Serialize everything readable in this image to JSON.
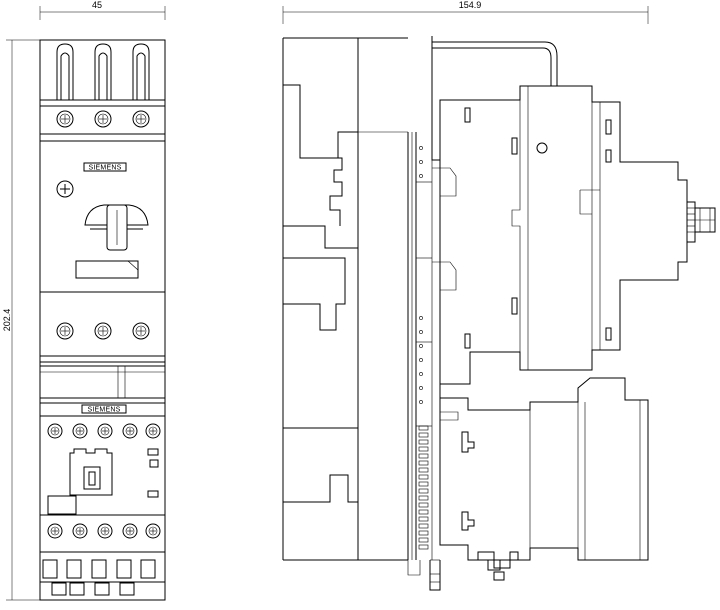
{
  "dimensions": {
    "width_label": "45",
    "depth_label": "154.9",
    "height_label": "202.4"
  },
  "brand_labels": {
    "circuit_breaker": "SIEMENS",
    "contactor": "SIEMENS"
  },
  "colors": {
    "line": "#000000",
    "background": "#ffffff"
  }
}
